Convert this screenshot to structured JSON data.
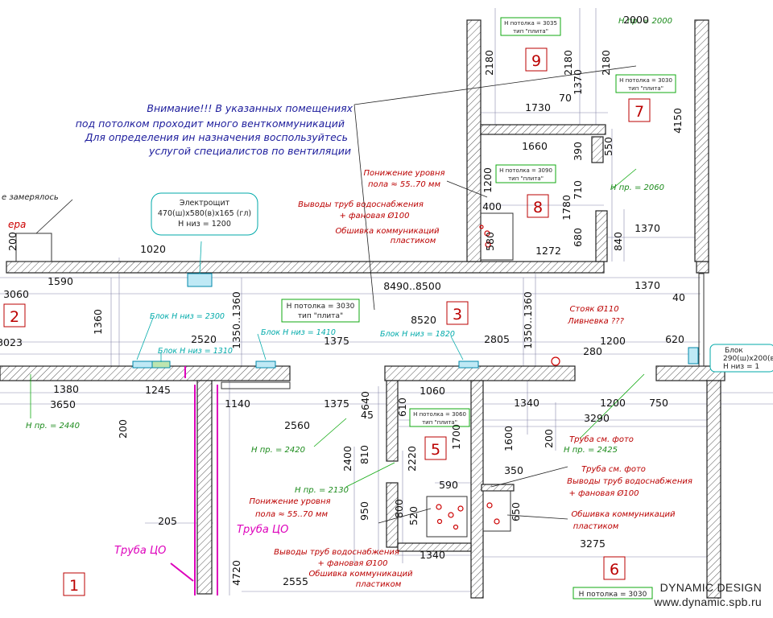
{
  "diagram": {
    "notice_lines": [
      "Внимание!!! В указанных помещениях",
      "под потолком проходит много венткоммуникаций",
      "Для определения ин назначения воспользуйтесь",
      "услугой специалистов по вентиляции"
    ],
    "room_numbers": [
      "9",
      "7",
      "8",
      "2",
      "3",
      "5",
      "1",
      "6"
    ],
    "electric_panel": [
      "Электрощит",
      "470(ш)х580(в)х165 (гл)",
      "Н низ = 1200"
    ],
    "block_box_right": [
      "Блок",
      "290(ш)х200(в)",
      "Н низ = 1"
    ],
    "ceiling_main": [
      "Н потолка = 3030",
      "тип \"плита\""
    ],
    "ceiling_bottom": "Н потолка = 3030",
    "ceiling_small": [
      "Н потолка = 3035",
      "тип \"плита\""
    ],
    "ceiling_room7": [
      "Н потолка = 3030",
      "тип \"плита\""
    ],
    "ceiling_room8": [
      "Н потолка = 3090",
      "тип \"плита\""
    ],
    "ceiling_room5": [
      "Н потолка = 3060",
      "тип \"плита\""
    ],
    "openings": [
      "Н пр. = 2060",
      "Н пр. = 2440",
      "Н пр. = 2420",
      "Н пр. = 2130",
      "Н пр. = 2425",
      "Н пр. = 2000"
    ],
    "blocks": [
      "Блок Н низ = 2300",
      "Блок Н низ = 1310",
      "Блок Н низ = 1410",
      "Блок Н низ = 1820"
    ],
    "notes": {
      "floor_lower_top": [
        "Понижение уровня",
        "пола ≈ 55..70 мм"
      ],
      "pipes_top": [
        "Выводы труб водоснабжения",
        "+ фановая Ø100"
      ],
      "lining_top": [
        "Обшивка коммуникаций",
        "пластиком"
      ],
      "riser": [
        "Стояк Ø110",
        "Ливневка ???"
      ],
      "pipe_photo_1": "Труба см. фото",
      "pipe_photo_2": "Труба см. фото",
      "pipes_right": [
        "Выводы труб водоснабжения",
        "+ фановая Ø100"
      ],
      "lining_right": [
        "Обшивка коммуникаций",
        "пластиком"
      ],
      "floor_lower_mid": [
        "Понижение уровня",
        "пола ≈ 55..70 мм"
      ],
      "pipes_bottom": [
        "Выводы труб водоснабжения",
        "+ фановая Ø100"
      ],
      "lining_bottom": [
        "Обшивка коммуникаций",
        "пластиком"
      ],
      "measured_note": "е замерялось",
      "red_fragment": "ера",
      "pipe_co_1": "Труба ЦО",
      "pipe_co_2": "Труба ЦО"
    },
    "dimensions": [
      "2180",
      "2180",
      "2180",
      "1370",
      "70",
      "1730",
      "4150",
      "1660",
      "390",
      "550",
      "1200",
      "710",
      "1780",
      "400",
      "680",
      "580",
      "1272",
      "840",
      "1370",
      "200",
      "1020",
      "3060",
      "1590",
      "8490..8500",
      "1370",
      "40",
      "1360",
      "8520",
      "3023",
      "2520",
      "1350..1360",
      "1375",
      "2805",
      "1350..1360",
      "1200",
      "280",
      "620",
      "1380",
      "1245",
      "3650",
      "1140",
      "1375",
      "640",
      "1060",
      "610",
      "45",
      "1340",
      "1200",
      "750",
      "200",
      "2560",
      "810",
      "2220",
      "1700",
      "1600",
      "200",
      "3290",
      "2400",
      "350",
      "590",
      "950",
      "520",
      "800",
      "205",
      "650",
      "1340",
      "3275",
      "4720",
      "2555",
      "2000"
    ]
  },
  "watermark": {
    "line1": "DYNAMIC DESIGN",
    "line2": "www.dynamic.spb.ru"
  }
}
